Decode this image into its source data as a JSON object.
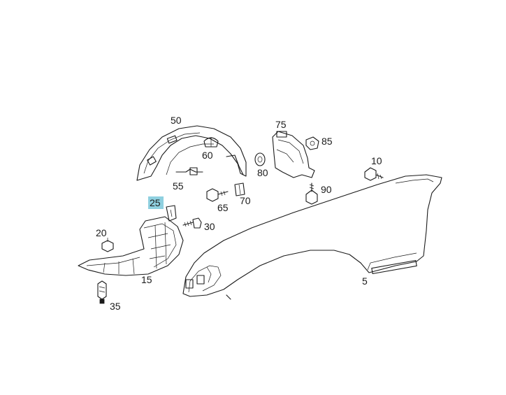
{
  "diagram": {
    "callouts": [
      {
        "id": "50",
        "text": "50"
      },
      {
        "id": "60",
        "text": "60"
      },
      {
        "id": "55",
        "text": "55"
      },
      {
        "id": "75",
        "text": "75"
      },
      {
        "id": "85",
        "text": "85"
      },
      {
        "id": "80",
        "text": "80"
      },
      {
        "id": "10",
        "text": "10"
      },
      {
        "id": "90",
        "text": "90"
      },
      {
        "id": "70",
        "text": "70"
      },
      {
        "id": "65",
        "text": "65"
      },
      {
        "id": "25",
        "text": "25",
        "highlighted": true
      },
      {
        "id": "30",
        "text": "30"
      },
      {
        "id": "20",
        "text": "20"
      },
      {
        "id": "15",
        "text": "15"
      },
      {
        "id": "35",
        "text": "35"
      },
      {
        "id": "5",
        "text": "5"
      }
    ],
    "highlight_color": "#8fd0e0"
  }
}
